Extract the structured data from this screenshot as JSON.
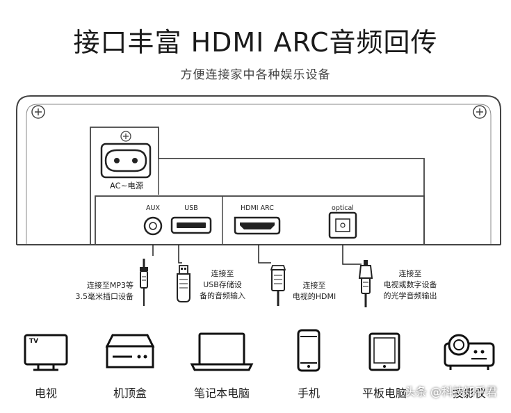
{
  "title": "接口丰富  HDMI ARC音频回传",
  "subtitle": "方便连接家中各种娱乐设备",
  "ports": {
    "ac": "AC~电源",
    "aux": "AUX",
    "usb": "USB",
    "hdmi": "HDMI ARC",
    "optical": "optical"
  },
  "connections": {
    "aux": [
      "连接至MP3等",
      "3.5毫米插口设备"
    ],
    "usb": [
      "连接至",
      "USB存储设",
      "备的音频输入"
    ],
    "hdmi": [
      "连接至",
      "电视的HDMI"
    ],
    "optical": [
      "连接至",
      "电视或数字设备",
      "的光学音频输出"
    ]
  },
  "devices": [
    {
      "label": "电视",
      "icon": "tv-icon",
      "badge": "TV"
    },
    {
      "label": "机顶盒",
      "icon": "set-top-box-icon"
    },
    {
      "label": "笔记本电脑",
      "icon": "laptop-icon"
    },
    {
      "label": "手机",
      "icon": "phone-icon"
    },
    {
      "label": "平板电脑",
      "icon": "tablet-icon"
    },
    {
      "label": "投影仪",
      "icon": "projector-icon"
    }
  ],
  "watermark": "头条 @科技知乎君"
}
